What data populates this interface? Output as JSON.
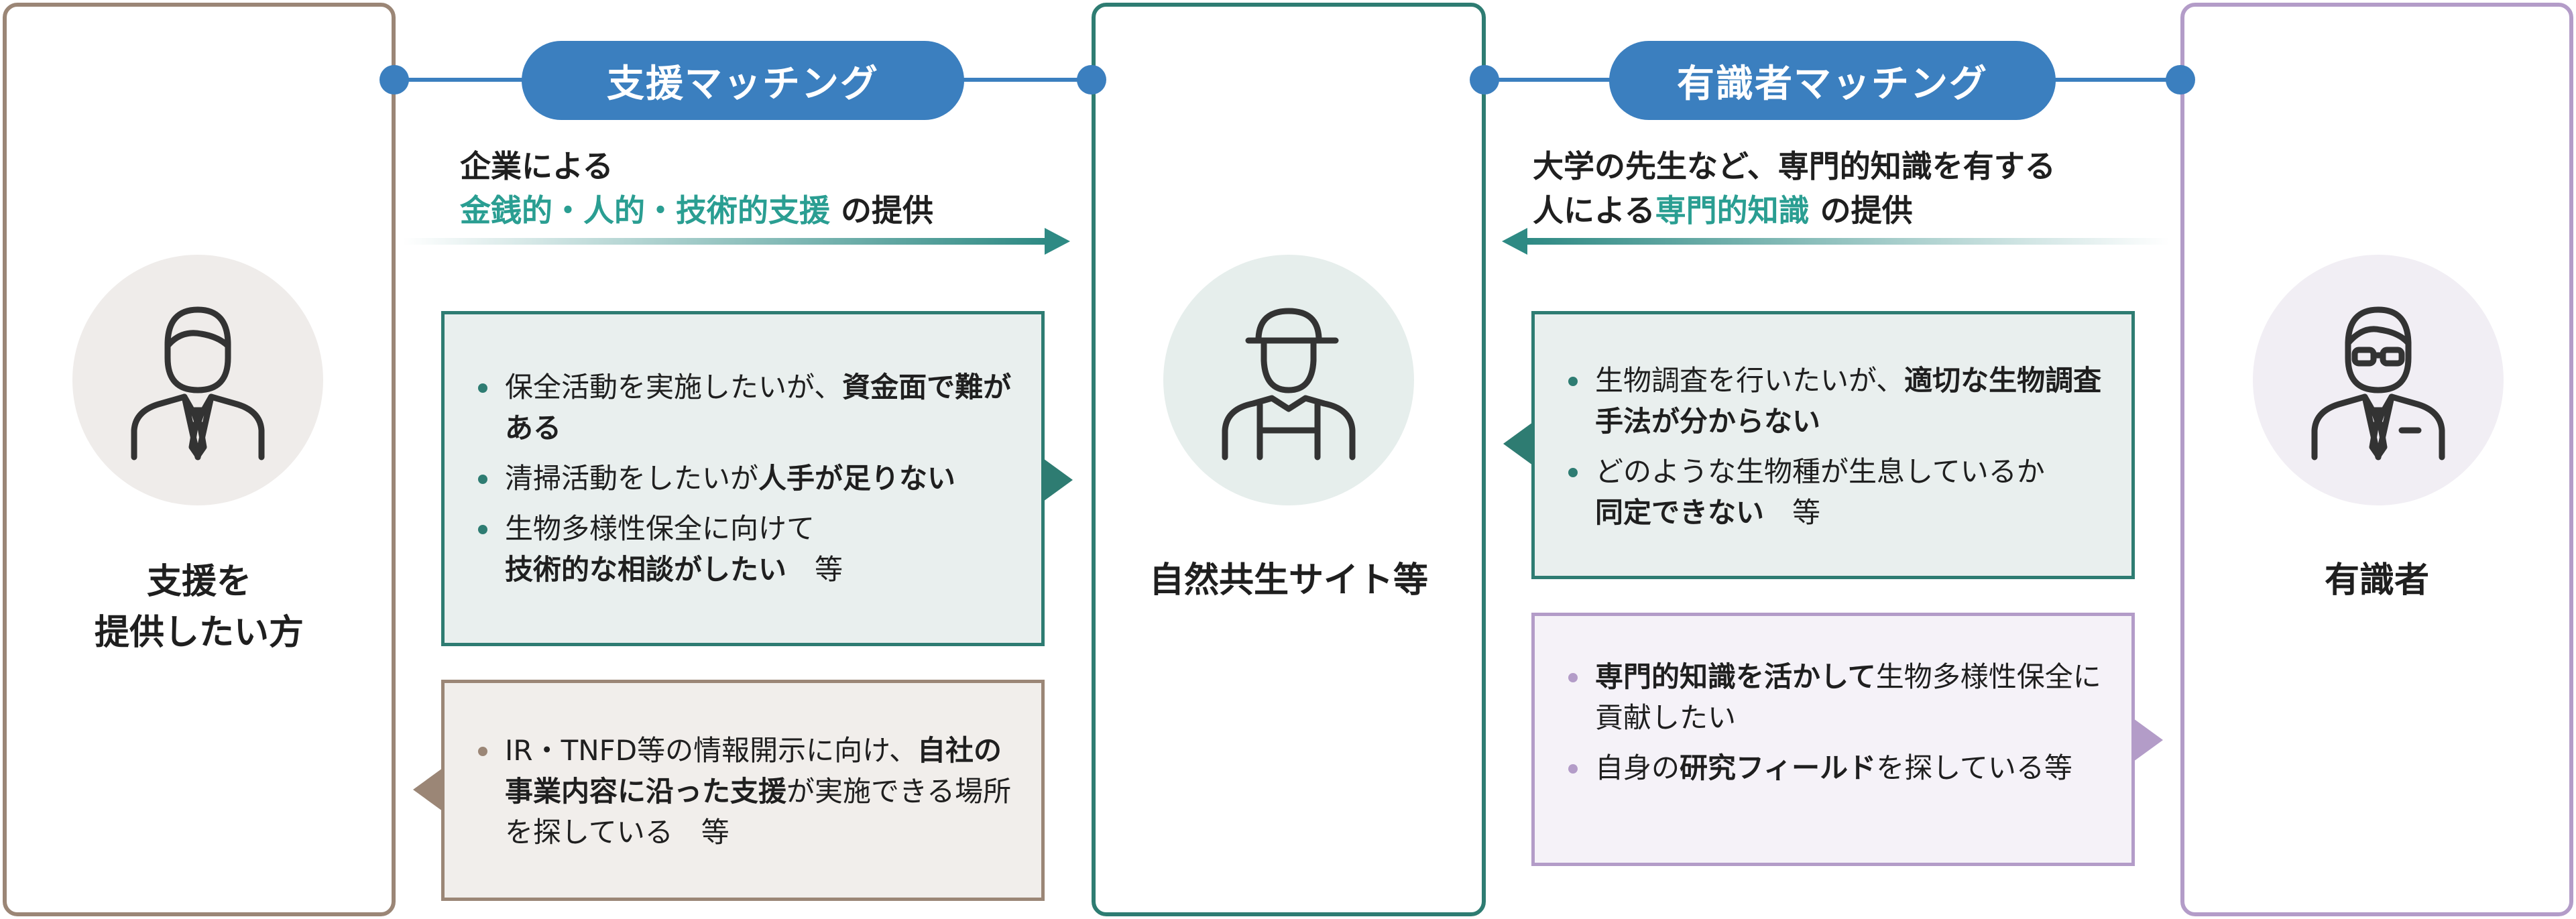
{
  "columns": {
    "left": {
      "label_line1": "支援を",
      "label_line2": "提供したい方",
      "icon": "businessman-icon"
    },
    "mid": {
      "label": "自然共生サイト等",
      "icon": "worker-cap-icon"
    },
    "right": {
      "label": "有識者",
      "icon": "expert-glasses-icon"
    }
  },
  "support_matching": {
    "title": "支援マッチング",
    "flow_line1": "企業による",
    "flow_highlight": "金銭的・人的・技術的支援",
    "flow_suffix": " の提供"
  },
  "expert_matching": {
    "title": "有識者マッチング",
    "flow_line1": "大学の先生など、専門的知識を有する",
    "flow_line2_prefix": "人による",
    "flow_highlight": "専門的知識",
    "flow_suffix": " の提供"
  },
  "site_needs_support": [
    {
      "pre": "保全活動を実施したいが、",
      "bold": "資金面で難がある",
      "post": ""
    },
    {
      "pre": "清掃活動をしたいが",
      "bold": "人手が足りない",
      "post": ""
    },
    {
      "pre": "生物多様性保全に向けて",
      "bold": "技術的な相談がしたい",
      "post": "　等"
    }
  ],
  "provider_needs": [
    {
      "pre": "IR・TNFD等の情報開示に向け、",
      "bold": "自社の事業内容に沿った支援",
      "post": "が実施できる場所を探している　等"
    }
  ],
  "site_needs_expert": [
    {
      "pre": "生物調査を行いたいが、",
      "bold": "適切な生物調査手法が分からない",
      "post": ""
    },
    {
      "pre": "どのような生物種が生息しているか",
      "bold": "同定できない",
      "post": "　等"
    }
  ],
  "expert_needs": [
    {
      "pre": "",
      "bold": "専門的知識を活かして",
      "post": "生物多様性保全に貢献したい"
    },
    {
      "pre": "自身の",
      "bold": "研究フィールド",
      "post": "を探している等"
    }
  ],
  "colors": {
    "blue": "#3b7fbf",
    "teal": "#2e7c72",
    "brown": "#9b8676",
    "purple": "#b39cc8",
    "highlight": "#2a9e92"
  }
}
